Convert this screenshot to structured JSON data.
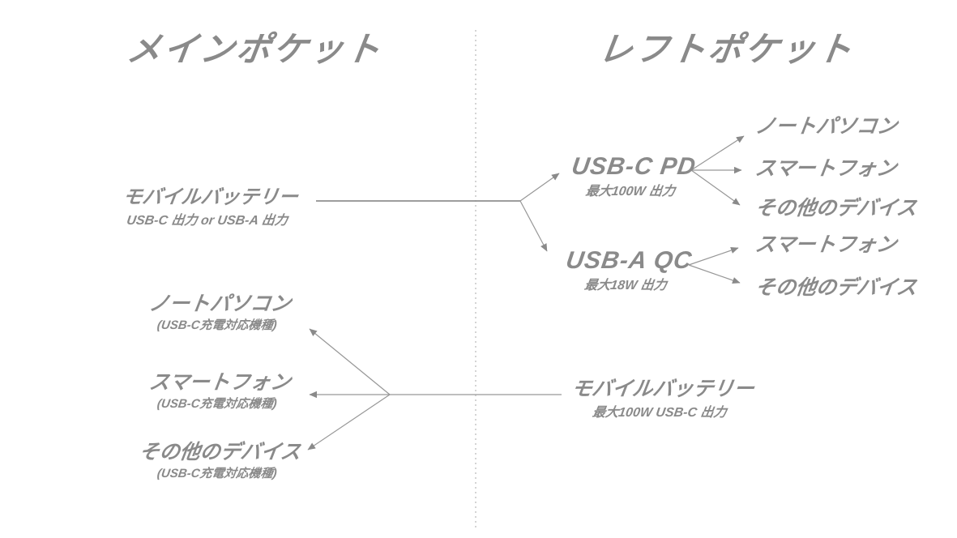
{
  "colors": {
    "background": "#ffffff",
    "text": "#8a8a8a",
    "line": "#979797",
    "divider": "#bdbdbd"
  },
  "left_section": {
    "title": "メインポケット",
    "battery": {
      "label": "モバイルバッテリー",
      "spec": "USB-C 出力 or USB-A 出力"
    },
    "devices": [
      {
        "label": "ノートパソコン",
        "note": "(USB-C充電対応機種)"
      },
      {
        "label": "スマートフォン",
        "note": "(USB-C充電対応機種)"
      },
      {
        "label": "その他のデバイス",
        "note": "(USB-C充電対応機種)"
      }
    ]
  },
  "right_section": {
    "title": "レフトポケット",
    "ports": [
      {
        "label": "USB-C PD",
        "spec": "最大100W 出力",
        "targets": [
          "ノートパソコン",
          "スマートフォン",
          "その他のデバイス"
        ]
      },
      {
        "label": "USB-A QC",
        "spec": "最大18W 出力",
        "targets": [
          "スマートフォン",
          "その他のデバイス"
        ]
      }
    ],
    "battery": {
      "label": "モバイルバッテリー",
      "spec": "最大100W USB-C 出力"
    }
  }
}
